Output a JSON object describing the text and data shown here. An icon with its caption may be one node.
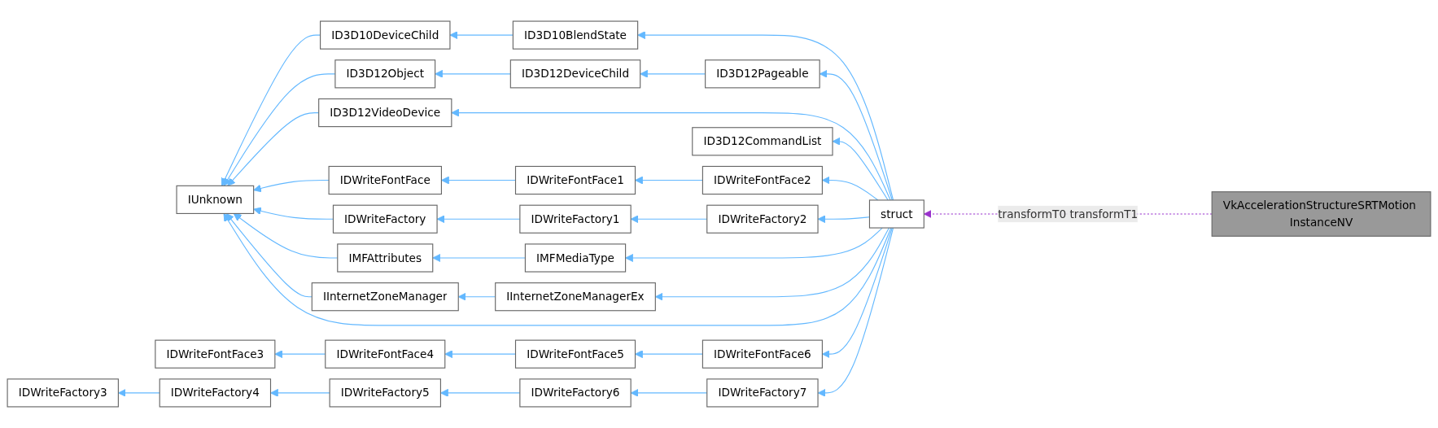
{
  "diagram": {
    "nodes": [
      {
        "text": [
          "IUnknown"
        ]
      },
      {
        "text": [
          "ID3D10DeviceChild"
        ]
      },
      {
        "text": [
          "ID3D12Object"
        ]
      },
      {
        "text": [
          "ID3D12VideoDevice"
        ]
      },
      {
        "text": [
          "IDWriteFontFace"
        ]
      },
      {
        "text": [
          "IDWriteFactory"
        ]
      },
      {
        "text": [
          "IMFAttributes"
        ]
      },
      {
        "text": [
          "IInternetZoneManager"
        ]
      },
      {
        "text": [
          "ID3D10BlendState"
        ]
      },
      {
        "text": [
          "ID3D12DeviceChild"
        ]
      },
      {
        "text": [
          "ID3D12Pageable"
        ]
      },
      {
        "text": [
          "IDWriteFontFace1"
        ]
      },
      {
        "text": [
          "IDWriteFontFace2"
        ]
      },
      {
        "text": [
          "IDWriteFactory1"
        ]
      },
      {
        "text": [
          "IDWriteFactory2"
        ]
      },
      {
        "text": [
          "IMFMediaType"
        ]
      },
      {
        "text": [
          "IInternetZoneManagerEx"
        ]
      },
      {
        "text": [
          "ID3D12CommandList"
        ]
      },
      {
        "text": [
          "IDWriteFontFace3"
        ]
      },
      {
        "text": [
          "IDWriteFontFace4"
        ]
      },
      {
        "text": [
          "IDWriteFontFace5"
        ]
      },
      {
        "text": [
          "IDWriteFontFace6"
        ]
      },
      {
        "text": [
          "IDWriteFactory3"
        ]
      },
      {
        "text": [
          "IDWriteFactory4"
        ]
      },
      {
        "text": [
          "IDWriteFactory5"
        ]
      },
      {
        "text": [
          "IDWriteFactory6"
        ]
      },
      {
        "text": [
          "IDWriteFactory7"
        ]
      },
      {
        "text": [
          "struct"
        ]
      },
      {
        "text": [
          "VkAccelerationStructureSRTMotion InstanceNV"
        ]
      }
    ],
    "edges": [
      {
        "from": 1,
        "to": 0,
        "arrow": "to"
      },
      {
        "from": 2,
        "to": 0,
        "arrow": "to"
      },
      {
        "from": 3,
        "to": 0,
        "arrow": "to"
      },
      {
        "from": 4,
        "to": 0,
        "arrow": "to"
      },
      {
        "from": 5,
        "to": 0,
        "arrow": "to"
      },
      {
        "from": 6,
        "to": 0,
        "arrow": "to"
      },
      {
        "from": 7,
        "to": 0,
        "arrow": "to"
      },
      {
        "from": 27,
        "to": 0,
        "arrow": "to"
      },
      {
        "from": 8,
        "to": 1,
        "arrow": "to"
      },
      {
        "from": 9,
        "to": 2,
        "arrow": "to"
      },
      {
        "from": 10,
        "to": 9,
        "arrow": "to"
      },
      {
        "from": 11,
        "to": 4,
        "arrow": "to"
      },
      {
        "from": 12,
        "to": 11,
        "arrow": "to"
      },
      {
        "from": 13,
        "to": 5,
        "arrow": "to"
      },
      {
        "from": 14,
        "to": 13,
        "arrow": "to"
      },
      {
        "from": 15,
        "to": 6,
        "arrow": "to"
      },
      {
        "from": 16,
        "to": 7,
        "arrow": "to"
      },
      {
        "from": 19,
        "to": 18,
        "arrow": "to"
      },
      {
        "from": 20,
        "to": 19,
        "arrow": "to"
      },
      {
        "from": 21,
        "to": 20,
        "arrow": "to"
      },
      {
        "from": 23,
        "to": 22,
        "arrow": "to"
      },
      {
        "from": 24,
        "to": 23,
        "arrow": "to"
      },
      {
        "from": 25,
        "to": 24,
        "arrow": "to"
      },
      {
        "from": 26,
        "to": 25,
        "arrow": "to"
      },
      {
        "from": 27,
        "to": 8,
        "arrow": "to"
      },
      {
        "from": 27,
        "to": 10,
        "arrow": "to"
      },
      {
        "from": 27,
        "to": 3,
        "arrow": "to"
      },
      {
        "from": 27,
        "to": 12,
        "arrow": "to"
      },
      {
        "from": 27,
        "to": 14,
        "arrow": "to"
      },
      {
        "from": 27,
        "to": 15,
        "arrow": "to"
      },
      {
        "from": 27,
        "to": 16,
        "arrow": "to"
      },
      {
        "from": 27,
        "to": 17,
        "arrow": "to"
      },
      {
        "from": 27,
        "to": 21,
        "arrow": "to"
      },
      {
        "from": 27,
        "to": 26,
        "arrow": "to"
      },
      {
        "from": 28,
        "to": 27,
        "arrow": "to",
        "label": "transformT0 transformT1",
        "style": "dashed",
        "color": "#9a32cd"
      }
    ]
  }
}
